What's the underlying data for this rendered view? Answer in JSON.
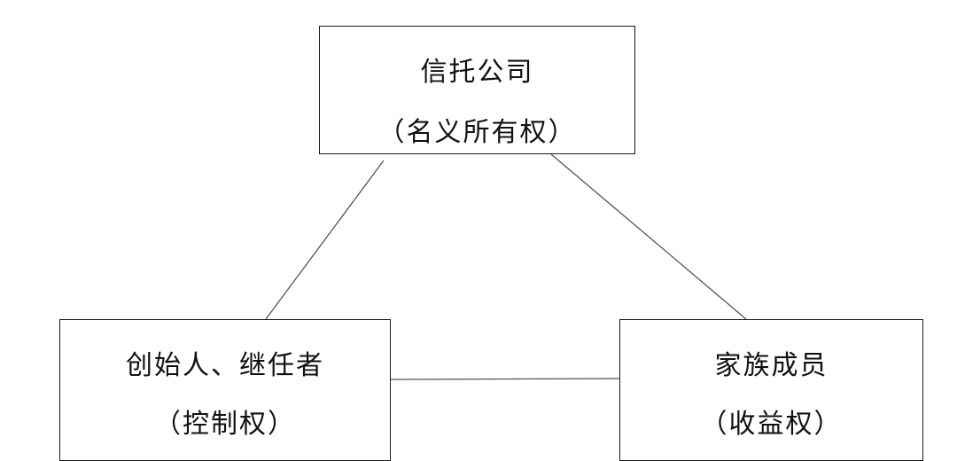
{
  "nodes": {
    "trust": {
      "title": "信托公司",
      "role": "（名义所有权）"
    },
    "founder": {
      "title": "创始人、继任者",
      "role": "（控制权）"
    },
    "family": {
      "title": "家族成员",
      "role": "（收益权）"
    }
  },
  "edges": [
    {
      "from": "trust",
      "to": "founder"
    },
    {
      "from": "trust",
      "to": "family"
    },
    {
      "from": "founder",
      "to": "family"
    }
  ],
  "colors": {
    "stroke": "#1a1a1a",
    "edge": "#555555",
    "text": "#111111",
    "background": "#ffffff"
  }
}
